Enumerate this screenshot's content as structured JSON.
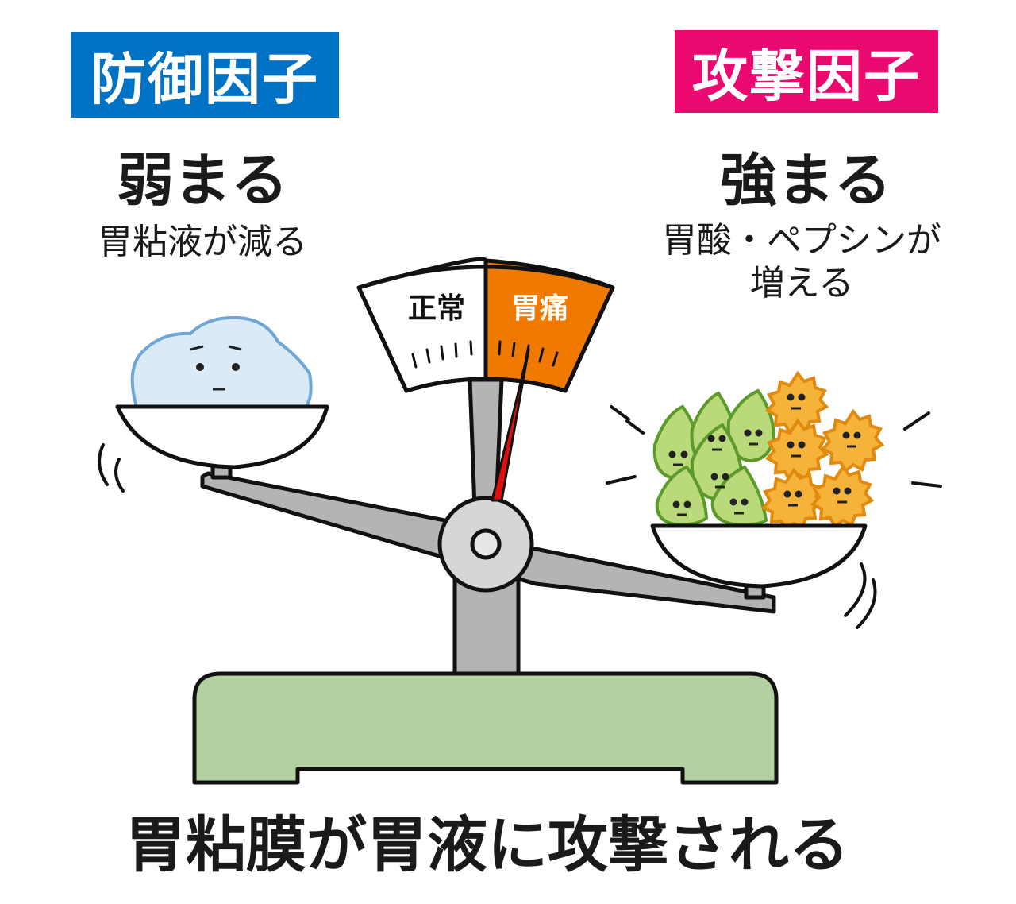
{
  "defense": {
    "label": "防御因子",
    "state": "弱まる",
    "description": "胃粘液が減る",
    "color": "#0072c6"
  },
  "attack": {
    "label": "攻撃因子",
    "state": "強まる",
    "description_line1": "胃酸・ペプシンが",
    "description_line2": "増える",
    "color": "#ea0a6f"
  },
  "dial": {
    "normal_label": "正常",
    "pain_label": "胃痛",
    "pain_color": "#f07a00",
    "needle_color": "#e01010"
  },
  "caption": "胃粘膜が胃液に攻撃される",
  "icons": {
    "mucus": "sad-mucus-blob-icon",
    "acid": "angry-acid-drop-icon",
    "pepsin": "angry-pepsin-spiky-icon"
  },
  "colors": {
    "base": "#b2d0a0",
    "beam": "#b4b4b4",
    "mucus": "#dbeaf7",
    "acid": "#b9d97a",
    "pepsin": "#f6b33a"
  }
}
